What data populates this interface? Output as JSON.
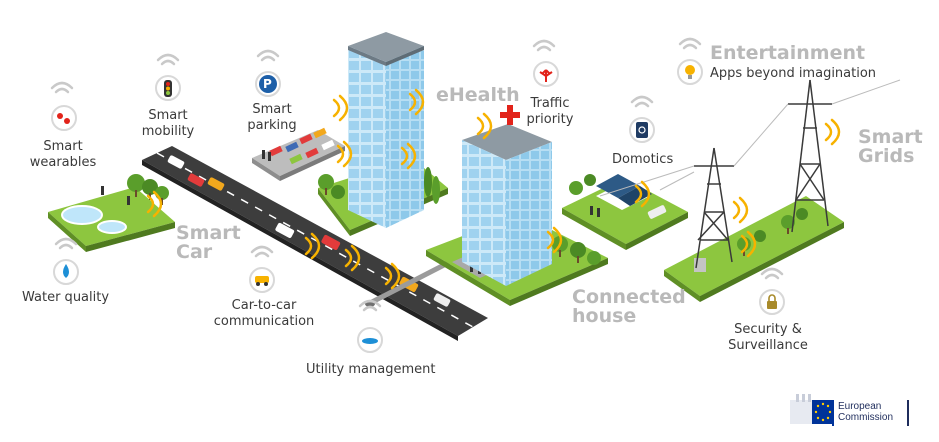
{
  "labels": {
    "smart_wearables": [
      "Smart",
      "wearables"
    ],
    "smart_mobility": [
      "Smart",
      "mobility"
    ],
    "smart_parking": [
      "Smart",
      "parking"
    ],
    "traffic_priority": [
      "Traffic",
      "priority"
    ],
    "domotics": "Domotics",
    "apps": "Apps beyond imagination",
    "water_quality": "Water quality",
    "car_to_car": [
      "Car-to-car",
      "communication"
    ],
    "utility_management": "Utility management",
    "security": [
      "Security &",
      "Surveillance"
    ]
  },
  "headlines": {
    "entertainment": "Entertainment",
    "ehealth": "eHealth",
    "smart_grids": [
      "Smart",
      "Grids"
    ],
    "smart_car": [
      "Smart",
      "Car"
    ],
    "connected_house": [
      "Connected",
      "house"
    ]
  },
  "icons": {
    "parking_letter": "P"
  },
  "logo": {
    "line1": "European",
    "line2": "Commission"
  },
  "colors": {
    "grass": "#8dc63f",
    "grass_side": "#5f8f25",
    "road": "#3d3d3d",
    "building": "#bfe2f5",
    "signal": "#f7b200",
    "label": "#3a3a3a",
    "headline": "#b9b9b9",
    "health_cross": "#e2231a",
    "eu_blue": "#003399",
    "eu_star": "#ffcc00"
  }
}
